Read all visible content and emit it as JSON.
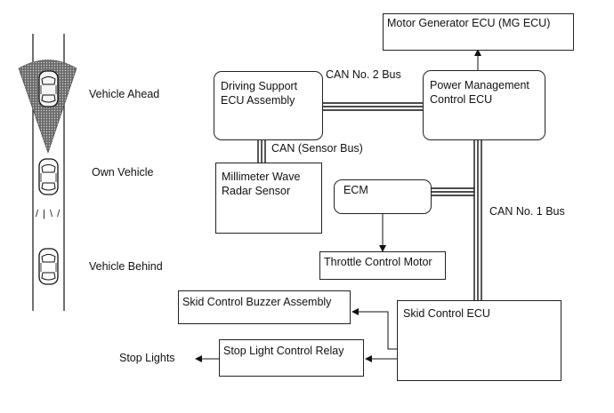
{
  "boxes": {
    "mg_ecu": "Motor Generator ECU (MG ECU)",
    "driving_support": "Driving Support\nECU Assembly",
    "power_mgmt": "Power Management\nControl ECU",
    "radar": "Millimeter Wave\nRadar Sensor",
    "ecm": "ECM",
    "throttle": "Throttle Control Motor",
    "skid_buzzer": "Skid Control Buzzer Assembly",
    "stop_relay": "Stop Light Control Relay",
    "skid_ecu": "Skid Control ECU"
  },
  "bus_labels": {
    "can2": "CAN No. 2 Bus",
    "can_sensor": "CAN (Sensor Bus)",
    "can1": "CAN No. 1 Bus"
  },
  "outputs": {
    "stop_lights": "Stop Lights"
  },
  "road": {
    "vehicle_ahead": "Vehicle Ahead",
    "own_vehicle": "Own Vehicle",
    "vehicle_behind": "Vehicle Behind",
    "beam_marks": "/ | \\ /"
  },
  "colors": {
    "line": "#111111",
    "beam": "#555555"
  }
}
